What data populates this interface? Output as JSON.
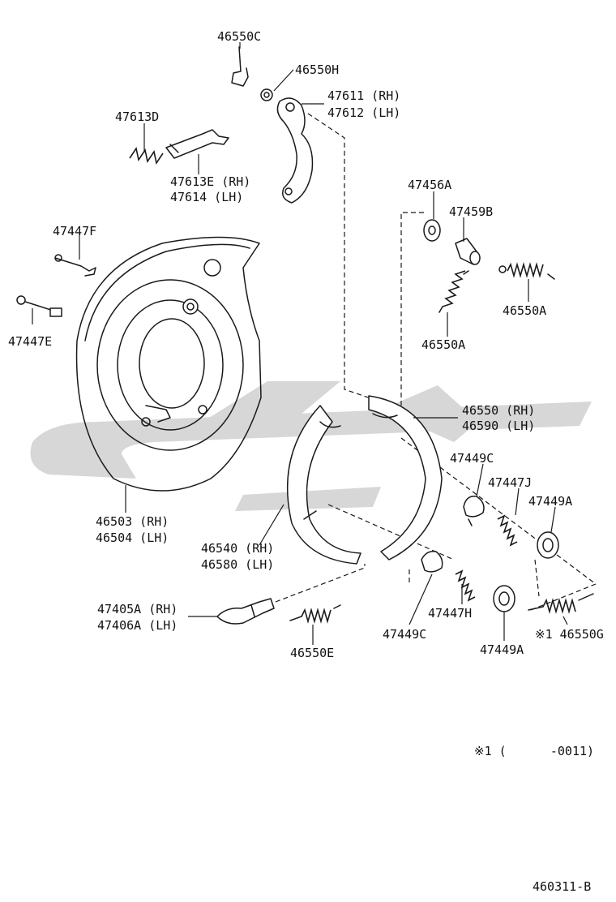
{
  "watermark": {
    "color": "#d0d0d0"
  },
  "parts": {
    "p46550C": "46550C",
    "p46550H": "46550H",
    "p47611": "47611 (RH)",
    "p47612": "47612 (LH)",
    "p47613D": "47613D",
    "p47613E": "47613E (RH)",
    "p47614": "47614  (LH)",
    "p47456A": "47456A",
    "p47459B": "47459B",
    "p47447F": "47447F",
    "p46550A_1": "46550A",
    "p47447E": "47447E",
    "p46550A_2": "46550A",
    "p46550": "46550 (RH)",
    "p46590": "46590 (LH)",
    "p47449C_1": "47449C",
    "p47447J": "47447J",
    "p47449A_1": "47449A",
    "p46503": "46503 (RH)",
    "p46504": "46504 (LH)",
    "p46540": "46540 (RH)",
    "p46580": "46580 (LH)",
    "p47405A": "47405A (RH)",
    "p47406A": "47406A (LH)",
    "p47447H": "47447H",
    "p47449C_2": "47449C",
    "p46550G": "※1 46550G",
    "p46550E": "46550E",
    "p47449A_2": "47449A"
  },
  "footnote": "※1 (      -0011)",
  "diagram_code": "460311-B"
}
